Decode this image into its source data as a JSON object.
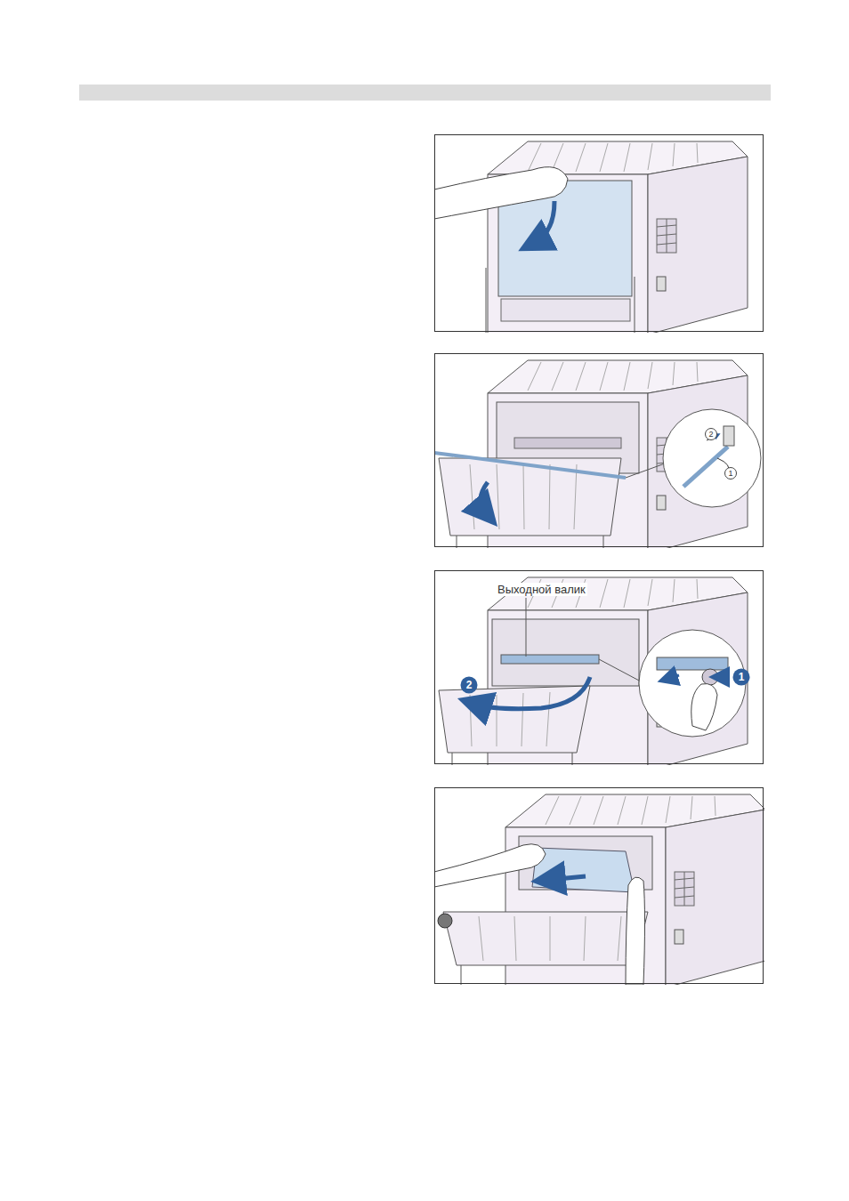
{
  "diagram": {
    "labels": [
      "2",
      "1",
      "Выходной валик",
      "2",
      "1"
    ]
  }
}
